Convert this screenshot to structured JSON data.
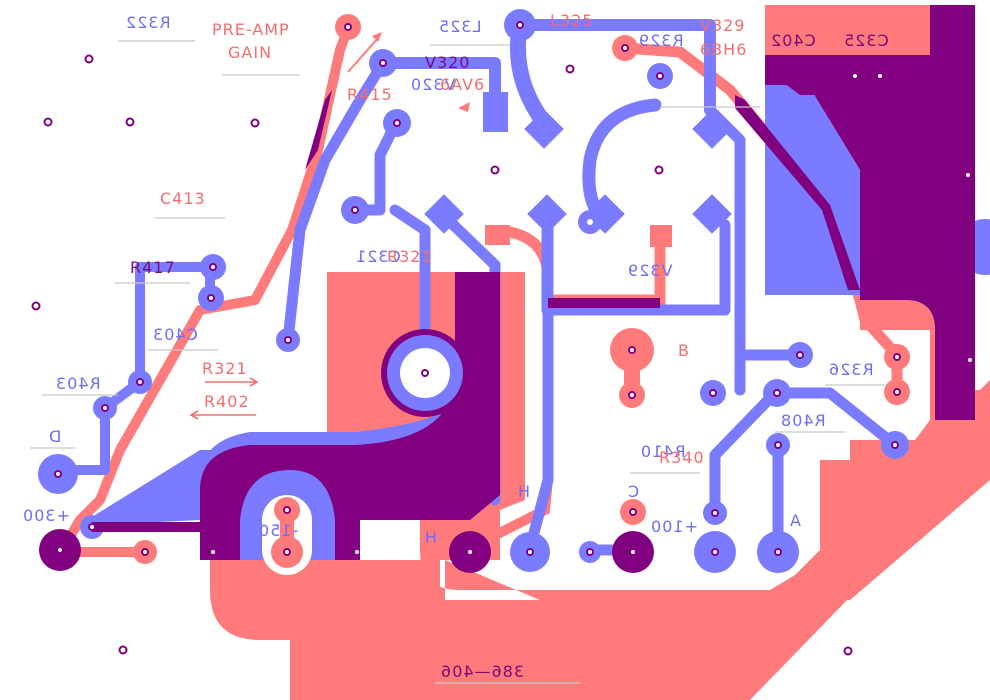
{
  "board": {
    "part_number": "386—406",
    "colors": {
      "top_copper": "#ff7b7b",
      "bottom_copper": "#7b7bff",
      "overlap": "#800080",
      "background": "#ffffff"
    }
  },
  "labels": {
    "r322": "R322",
    "preamp_gain_line1": "PRE-AMP",
    "preamp_gain_line2": "GAIN",
    "l325_blue": "L325",
    "l325_red": "L325",
    "v320_red": "V320",
    "v320_blue": "V320",
    "tube_6av6": "6AV6",
    "r415": "R415",
    "r329": "R329",
    "v329_top": "V329",
    "tube_6bh6": "6BH6",
    "c402": "C402",
    "c325": "C325",
    "c413": "C413",
    "r417": "R417",
    "c403": "C403",
    "r403": "R403",
    "r321": "R321",
    "r402": "R402",
    "d": "D",
    "plus300": "+300",
    "minus150": "-150",
    "h_left": "H",
    "h_right": "H",
    "c821": "C321",
    "r321_mid": "R321",
    "v329_mid": "V329",
    "b": "B",
    "r326": "R326",
    "r408": "R408",
    "r410": "R410",
    "r340": "R340",
    "c": "C",
    "plus100": "+100",
    "a": "A"
  }
}
